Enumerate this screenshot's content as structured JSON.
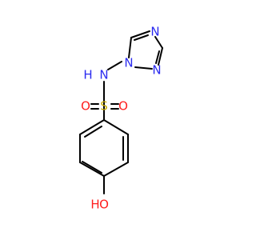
{
  "molecule": {
    "atoms": {
      "n_sulfonamide": "N",
      "h_sulfonamide": "H",
      "n_triazole_ring": "N",
      "n_triazole_top": "N",
      "n_triazole_right": "N",
      "s": "S",
      "o_left": "O",
      "o_right": "O",
      "o_hydroxyl": "O",
      "h_hydroxyl": "H"
    },
    "colors": {
      "nitrogen": "#2a2af0",
      "oxygen": "#ff1e1e",
      "sulfur": "#c8aa00",
      "carbon": "#000000"
    }
  }
}
